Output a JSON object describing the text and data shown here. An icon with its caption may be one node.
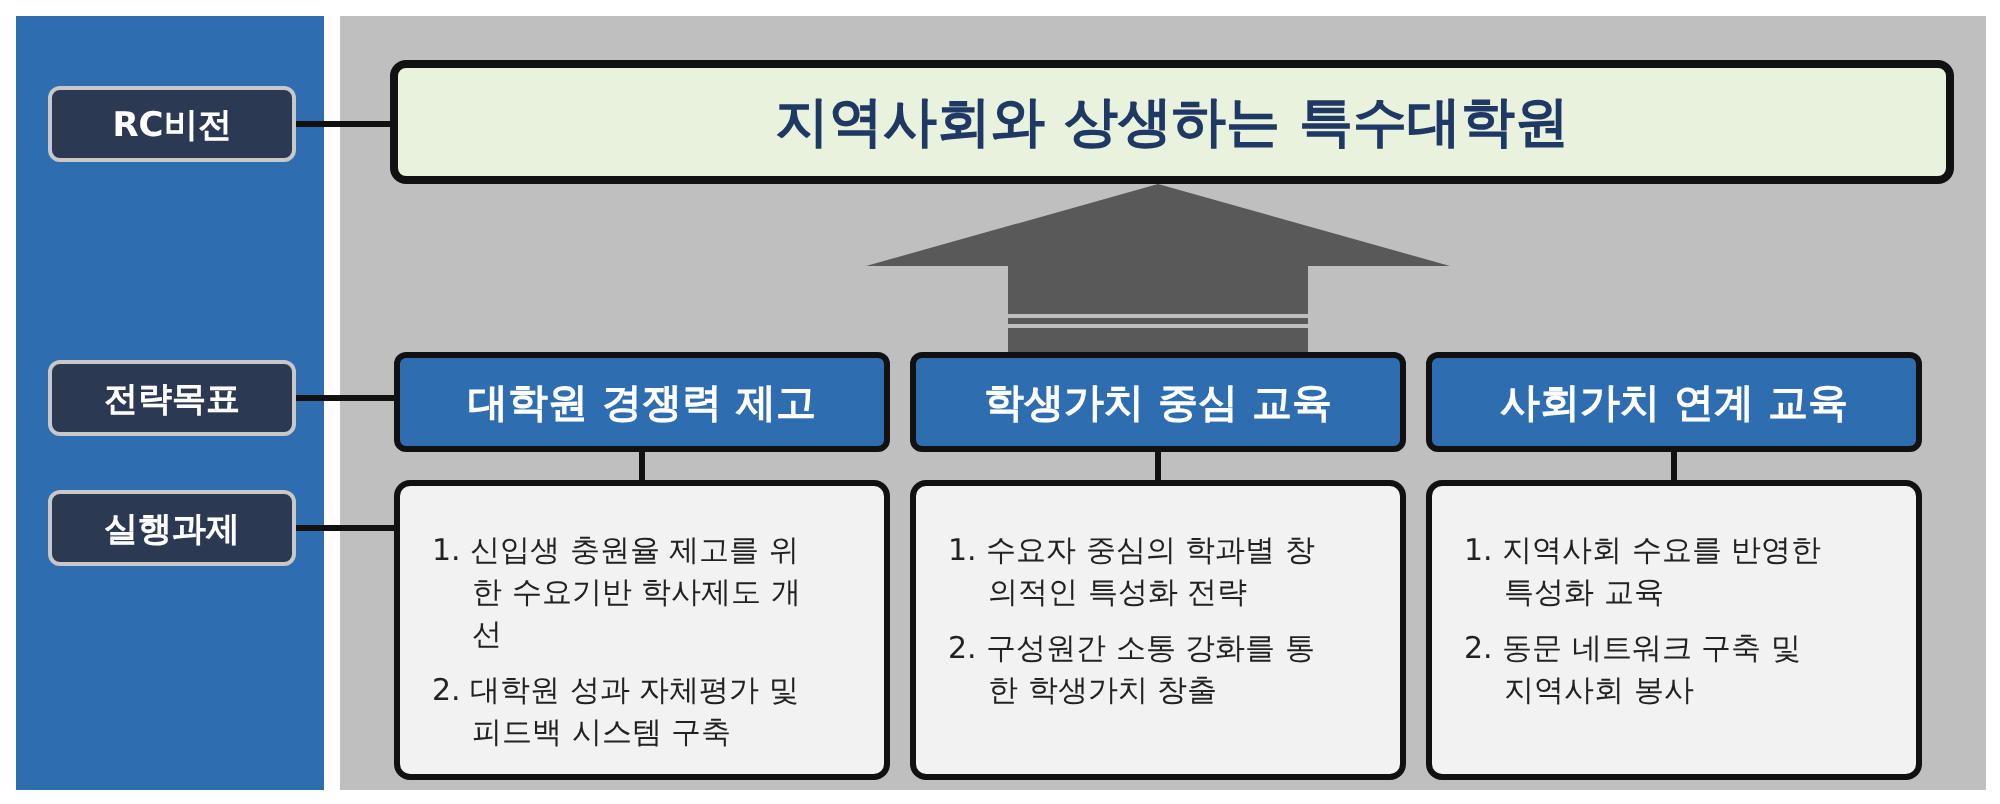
{
  "diagram": {
    "nodes": [
      {
        "text": [
          "RC비전"
        ]
      },
      {
        "text": [
          "전략목표"
        ]
      },
      {
        "text": [
          "실행과제"
        ]
      },
      {
        "text": [
          "지역사회와 상생하는 특수대학원"
        ]
      },
      {
        "text": [
          "대학원 경쟁력 제고"
        ]
      },
      {
        "text": [
          "학생가치 중심 교육"
        ]
      },
      {
        "text": [
          "사회가치 연계 교육"
        ]
      },
      {
        "text": [
          "1. 신입생 충원율 제고를 위한 수요기반 학사제도 개선",
          "2. 대학원 성과 자체평가 및 피드백 시스템 구축"
        ]
      },
      {
        "text": [
          "1. 수요자 중심의 학과별 창의적인 특성화 전략",
          "2. 구성원간 소통 강화를 통한 학생가치 창출"
        ]
      },
      {
        "text": [
          "1. 지역사회 수요를 반영한 특성화 교육",
          "2. 동문 네트워크 구축 및 지역사회 봉사"
        ]
      }
    ],
    "edges": [
      {
        "from": 0,
        "to": 3,
        "arrow": "none"
      },
      {
        "from": 1,
        "to": 4,
        "arrow": "none"
      },
      {
        "from": 2,
        "to": 7,
        "arrow": "none"
      },
      {
        "from": 4,
        "to": 7,
        "arrow": "none"
      },
      {
        "from": 5,
        "to": 8,
        "arrow": "none"
      },
      {
        "from": 6,
        "to": 9,
        "arrow": "none"
      },
      {
        "from": 5,
        "to": 3,
        "arrow": "to",
        "style": "thick"
      }
    ]
  }
}
